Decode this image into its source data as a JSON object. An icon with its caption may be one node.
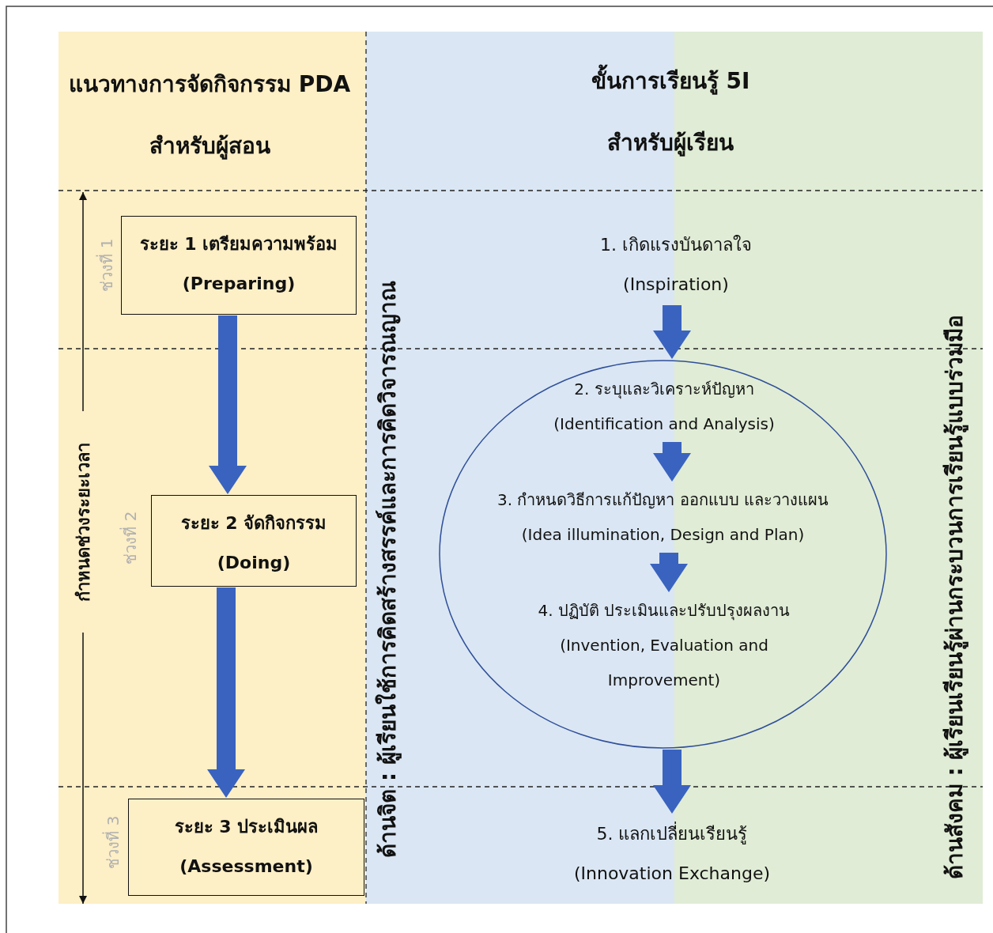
{
  "diagram": {
    "nodes": [
      {
        "text": [
          "ระยะ 1 เตรียมความพร้อม",
          "(Preparing)"
        ],
        "beside": [
          "ช่วงที่ 1"
        ]
      },
      {
        "text": [
          "ระยะ 2 จัดกิจกรรม",
          "(Doing)"
        ],
        "beside": [
          "ช่วงที่ 2"
        ]
      },
      {
        "text": [
          "ระยะ 3 ประเมินผล",
          "(Assessment)"
        ],
        "beside": [
          "ช่วงที่ 3"
        ]
      },
      {
        "text": [
          "1. เกิดแรงบันดาลใจ",
          "(Inspiration)"
        ]
      },
      {
        "text": [],
        "shape": "circle"
      },
      {
        "text": [
          "2. ระบุและวิเคราะห์ปัญหา",
          "(Identification and Analysis)"
        ],
        "in": 4
      },
      {
        "text": [
          "3. กำหนดวิธีการแก้ปัญหา ออกแบบ และวางแผน",
          "(Idea illumination, Design and Plan)"
        ],
        "in": 4
      },
      {
        "text": [
          "4. ปฏิบัติ ประเมินและปรับปรุงผลงาน",
          "(Invention, Evaluation and Improvement)"
        ],
        "in": 4
      },
      {
        "text": [
          "5. แลกเปลี่ยนเรียนรู้",
          "(Innovation Exchange)"
        ]
      }
    ],
    "edges": [
      {
        "from": 0,
        "to": 1,
        "arrow": "to"
      },
      {
        "from": 1,
        "to": 2,
        "arrow": "to"
      },
      {
        "from": 3,
        "to": 4,
        "arrow": "to"
      },
      {
        "from": 5,
        "to": 6,
        "arrow": "to"
      },
      {
        "from": 6,
        "to": 7,
        "arrow": "to"
      },
      {
        "from": 4,
        "to": 8,
        "arrow": "to"
      }
    ],
    "labels": [
      "แนวทางการจัดกิจกรรม PDA",
      "สำหรับผู้สอน",
      "ขั้นการเรียนรู้ 5I",
      "สำหรับผู้เรียน",
      "กำหนดช่วงระยะเวลา",
      "ด้านจิต : ผู้เรียนใช้การคิดสร้างสรรค์และการคิดวิจารณญาณ",
      "ด้านสังคม : ผู้เรียนเรียนรู้ผ่านกระบวนการเรียนรู้แบบร่วมมือ"
    ]
  }
}
